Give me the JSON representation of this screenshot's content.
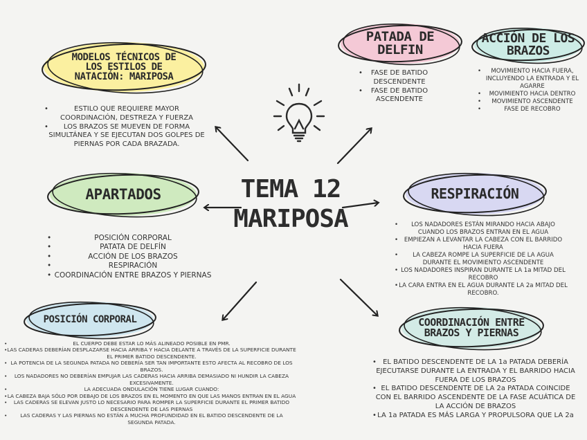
{
  "center": {
    "line1": "TEMA 12",
    "line2": "MARIPOSA"
  },
  "nodes": {
    "modelos": {
      "title": "MODELOS TÉCNICOS DE LOS ESTILOS DE NATACIÓN: MARIPOSA",
      "color": "#fbf0a0",
      "items": [
        "ESTILO QUE REQUIERE MAYOR COORDINACIÓN, DESTREZA Y FUERZA",
        "LOS BRAZOS SE MUEVEN DE FORMA SIMULTÁNEA Y SE EJECUTAN DOS GOLPES DE PIERNAS POR CADA BRAZADA."
      ]
    },
    "patada": {
      "title": "PATADA DE DELFIN",
      "color": "#f4c9d6",
      "items": [
        "FASE DE BATIDO DESCENDENTE",
        "FASE DE BATIDO ASCENDENTE"
      ]
    },
    "accion": {
      "title": "ACCIÓN DE LOS BRAZOS",
      "color": "#cdece6",
      "items": [
        "MOVIMIENTO HACIA FUERA, INCLUYENDO LA ENTRADA Y EL AGARRE",
        "MOVIMIENTO HACIA DENTRO",
        "MOVIMIENTO ASCENDENTE",
        "FASE DE RECOBRO"
      ]
    },
    "apartados": {
      "title": "APARTADOS",
      "color": "#cfeabf",
      "items": [
        "POSICIÓN CORPORAL",
        "PATATA DE DELFÍN",
        "ACCIÓN DE LOS BRAZOS",
        "RESPIRACIÓN",
        "COORDINACIÓN ENTRE BRAZOS Y PIERNAS"
      ]
    },
    "respiracion": {
      "title": "RESPIRACIÓN",
      "color": "#d8d8f2",
      "items": [
        "LOS NADADORES ESTÁN MIRANDO HACIA ABAJO CUANDO LOS BRAZOS ENTRAN EN EL AGUA",
        "EMPIEZAN A LEVANTAR LA CABEZA CON EL BARRIDO HACIA FUERA",
        "LA CABEZA ROMPE LA SUPERFICIE DE LA AGUA DURANTE EL MOVIMIENTO ASCENDENTE",
        "LOS NADADORES INSPIRAN DURANTE LA 1a MITAD DEL RECOBRO",
        "LA CARA ENTRA EN EL AGUA DURANTE LA 2a MITAD DEL RECOBRO."
      ]
    },
    "posicion": {
      "title": "POSICIÓN CORPORAL",
      "color": "#cfe6ef",
      "items": [
        "EL CUERPO DEBE ESTAR LO MÁS ALINEADO POSIBLE EN PMR.",
        "LAS CADERAS DEBERÍAN DESPLAZARSE HACIA ARRIBA Y HACIA DELANTE A TRAVÉS DE LA SUPERFICIE DURANTE EL PRIMER BATIDO DESCENDENTE.",
        "LA POTENCIA DE LA SEGUNDA PATADA NO DEBERÍA SER TAN IMPORTANTE ESTO AFECTA AL RECOBRO DE LOS BRAZOS.",
        "LOS NADADORES NO DEBERÍAN EMPUJAR LAS CADERAS HACIA ARRIBA DEMASIADO NI HUNDIR LA CABEZA EXCESIVAMENTE.",
        "LA ADECUADA ONDULACIÓN TIENE LUGAR CUANDO:",
        "LA CABEZA BAJA SÓLO POR DEBAJO DE LOS BRAZOS EN EL MOMENTO EN QUE LAS MANOS ENTRAN EN EL AGUA",
        "LAS CADERAS SE ELEVAN JUSTO LO NECESARIO PARA ROMPER LA SUPERFICIE DURANTE EL PRIMER BATIDO DESCENDENTE DE LAS PIERNAS",
        "LAS CADERAS Y LAS PIERNAS NO ESTÁN A MUCHA PROFUNDIDAD EN EL BATIDO DESCENDENTE DE LA SEGUNDA PATADA."
      ]
    },
    "coordinacion": {
      "title": "COORDINACIÓN ENTRE BRAZOS Y PIERNAS",
      "color": "#d3ebe6",
      "items": [
        "EL BATIDO DESCENDENTE DE LA 1a PATADA DEBERÍA EJECUTARSE DURANTE LA ENTRADA Y EL BARRIDO HACIA FUERA DE LOS BRAZOS",
        "EL BATIDO DESCENDENTE DE LA 2a PATADA COINCIDE CON EL BARRIDO ASCENDENTE DE LA FASE ACUÁTICA DE LA ACCIÓN DE BRAZOS",
        "LA 1a PATADA ES MÁS LARGA Y PROPULSORA QUE LA 2a"
      ]
    }
  },
  "icons": {
    "bulb": "lightbulb-icon"
  }
}
